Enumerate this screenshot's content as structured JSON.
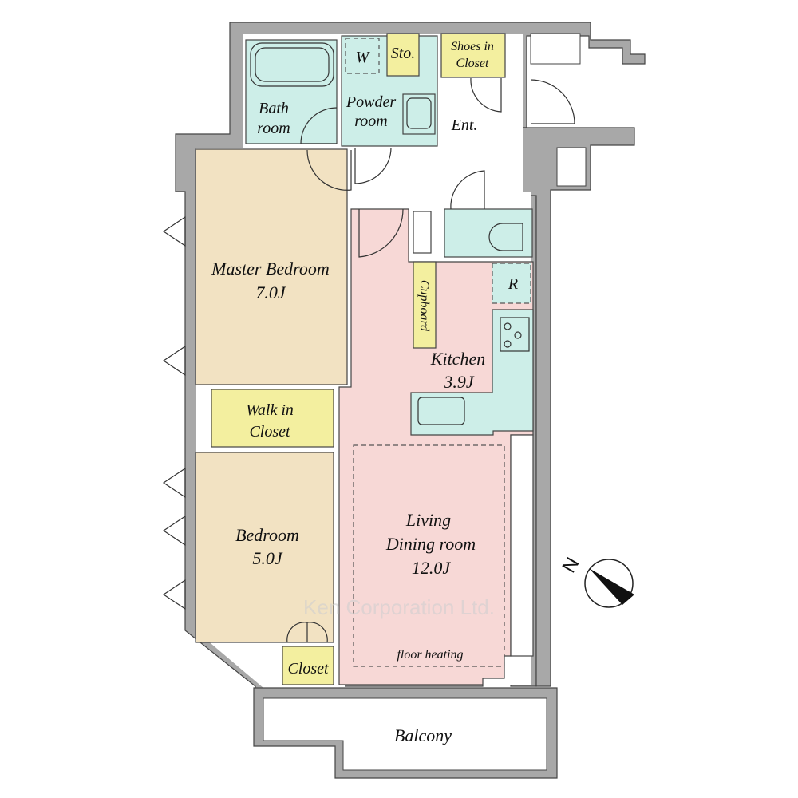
{
  "rooms": {
    "bath": {
      "line1": "Bath",
      "line2": "room"
    },
    "powder": {
      "line1": "Powder",
      "line2": "room"
    },
    "washer": "W",
    "storage": "Sto.",
    "shoes_closet": {
      "line1": "Shoes in",
      "line2": "Closet"
    },
    "entrance": "Ent.",
    "master_bedroom": {
      "name": "Master Bedroom",
      "size": "7.0J"
    },
    "walk_in_closet": {
      "line1": "Walk in",
      "line2": "Closet"
    },
    "bedroom": {
      "name": "Bedroom",
      "size": "5.0J"
    },
    "closet": "Closet",
    "living": {
      "line1": "Living",
      "line2": "Dining room",
      "size": "12.0J"
    },
    "floor_heating": "floor heating",
    "kitchen": {
      "name": "Kitchen",
      "size": "3.9J"
    },
    "cupboard": "Cupboard",
    "refrigerator": "R",
    "balcony": "Balcony"
  },
  "compass": {
    "label": "N"
  },
  "watermark": "Ken Corporation Ltd.",
  "colors": {
    "wall": "#a8a8a8",
    "wet_area": "#cdeee8",
    "bedroom": "#f2e2c2",
    "storage": "#f3ef9f",
    "living": "#f7d8d6"
  }
}
